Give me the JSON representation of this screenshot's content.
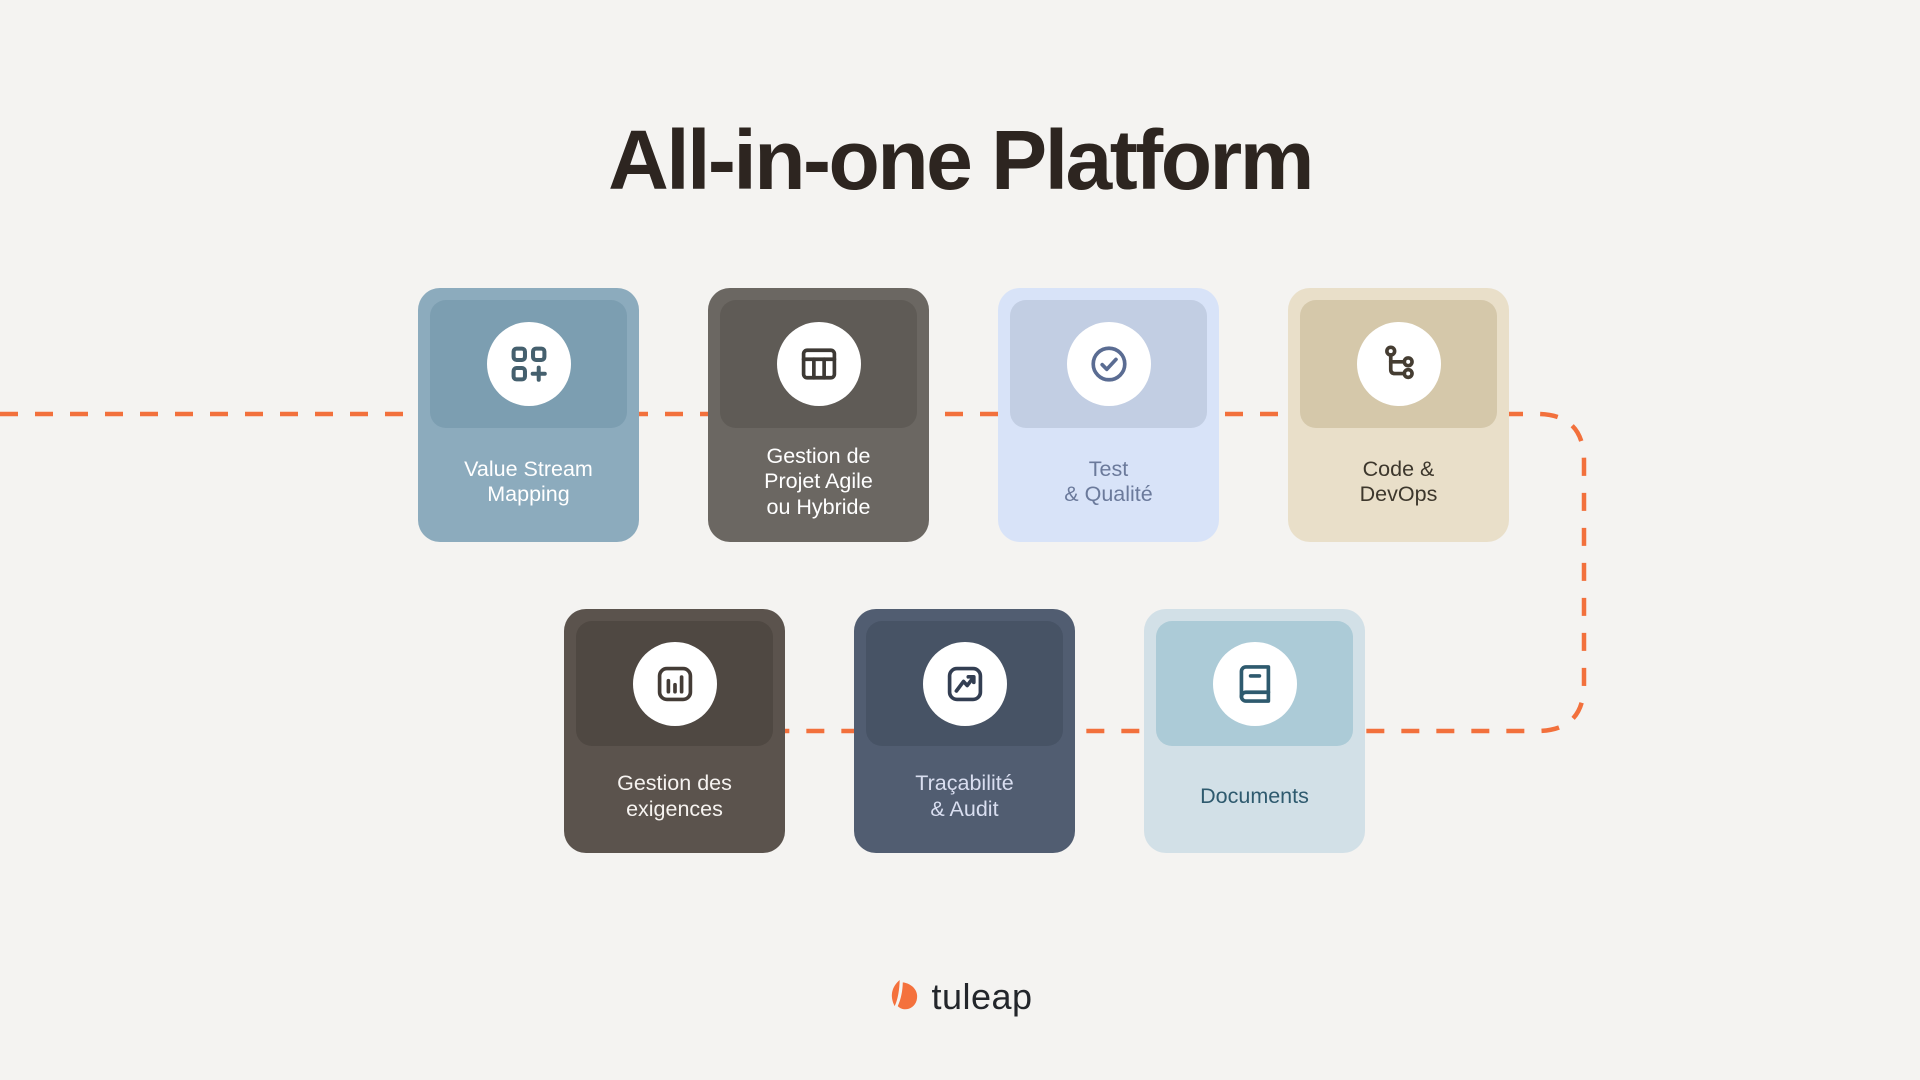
{
  "title": "All-in-one Platform",
  "connector": {
    "color": "#f2703c",
    "style": "dashed"
  },
  "cards": [
    {
      "id": "value-stream-mapping",
      "label": "Value Stream\nMapping",
      "icon": "grid-plus-icon",
      "colors": {
        "bg": "#8cabbd",
        "header": "#7c9eb1",
        "icon": "#45606e",
        "text": "#ffffff"
      }
    },
    {
      "id": "gestion-projet-agile",
      "label": "Gestion de\nProjet Agile\nou Hybride",
      "icon": "board-columns-icon",
      "colors": {
        "bg": "#6b6762",
        "header": "#5f5b56",
        "icon": "#3d3934",
        "text": "#ffffff"
      }
    },
    {
      "id": "test-qualite",
      "label": "Test\n& Qualité",
      "icon": "check-circle-icon",
      "colors": {
        "bg": "#d8e3f8",
        "header": "#c2cee3",
        "icon": "#5a6c92",
        "text": "#6b7a9b"
      }
    },
    {
      "id": "code-devops",
      "label": "Code &\nDevOps",
      "icon": "git-branch-icon",
      "colors": {
        "bg": "#e9dfc9",
        "header": "#d5c8aa",
        "icon": "#453d32",
        "text": "#3d372c"
      }
    },
    {
      "id": "gestion-exigences",
      "label": "Gestion des\nexigences",
      "icon": "bar-chart-square-icon",
      "colors": {
        "bg": "#5b534d",
        "header": "#4f4842",
        "icon": "#443c36",
        "text": "#f6f3f0"
      }
    },
    {
      "id": "tracabilite-audit",
      "label": "Traçabilité\n& Audit",
      "icon": "trend-chart-square-icon",
      "colors": {
        "bg": "#515d71",
        "header": "#475365",
        "icon": "#333e52",
        "text": "#d9def0"
      }
    },
    {
      "id": "documents",
      "label": "Documents",
      "icon": "book-icon",
      "colors": {
        "bg": "#d2e0e7",
        "header": "#accbd7",
        "icon": "#2e5a6e",
        "text": "#2e5a6e"
      }
    }
  ],
  "logo": {
    "text": "tuleap",
    "icon_color": "#f4713d",
    "text_color": "#23262b"
  }
}
